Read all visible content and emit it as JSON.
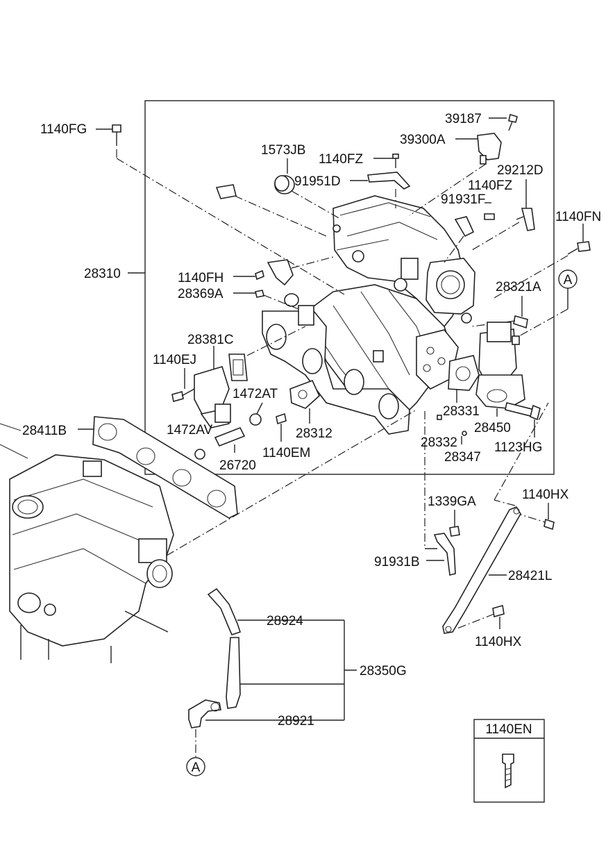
{
  "labels": {
    "p39187": "39187",
    "p39300A": "39300A",
    "p1140FG": "1140FG",
    "p1573JB": "1573JB",
    "p1140FZ_a": "1140FZ",
    "p91951D": "91951D",
    "p29212D": "29212D",
    "p1140FZ_b": "1140FZ",
    "p91931F": "91931F",
    "p1140FN": "1140FN",
    "p28310": "28310",
    "p1140FH": "1140FH",
    "p28369A": "28369A",
    "p28321A": "28321A",
    "p28381C": "28381C",
    "p1140EJ": "1140EJ",
    "p1472AT": "1472AT",
    "p28411B": "28411B",
    "p1472AV": "1472AV",
    "p28331": "28331",
    "p28450": "28450",
    "p28312": "28312",
    "p28332": "28332",
    "p1123HG": "1123HG",
    "p26720": "26720",
    "p1140EM": "1140EM",
    "p28347": "28347",
    "p1339GA": "1339GA",
    "p1140HX_a": "1140HX",
    "p91931B": "91931B",
    "p28421L": "28421L",
    "p28924": "28924",
    "p1140HX_b": "1140HX",
    "p28350G": "28350G",
    "p28921": "28921",
    "p1140EN": "1140EN"
  },
  "connectors": {
    "a1": "A",
    "a2": "A"
  }
}
